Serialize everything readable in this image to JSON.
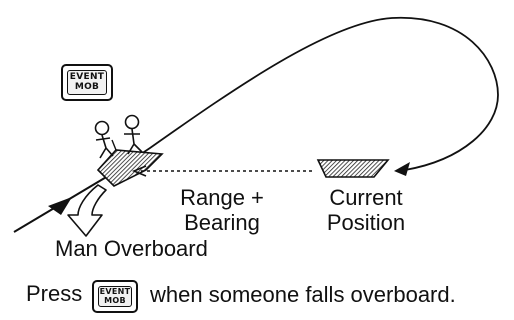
{
  "event_key": {
    "line1": "EVENT",
    "line2": "MOB"
  },
  "labels": {
    "range_line1": "Range +",
    "range_line2": "Bearing",
    "current_line1": "Current",
    "current_line2": "Position",
    "man_overboard": "Man Overboard"
  },
  "instruction": {
    "before": "Press",
    "after": "when someone falls overboard."
  },
  "colors": {
    "ink": "#111111",
    "hatch_fill": "#9a9a9a"
  }
}
